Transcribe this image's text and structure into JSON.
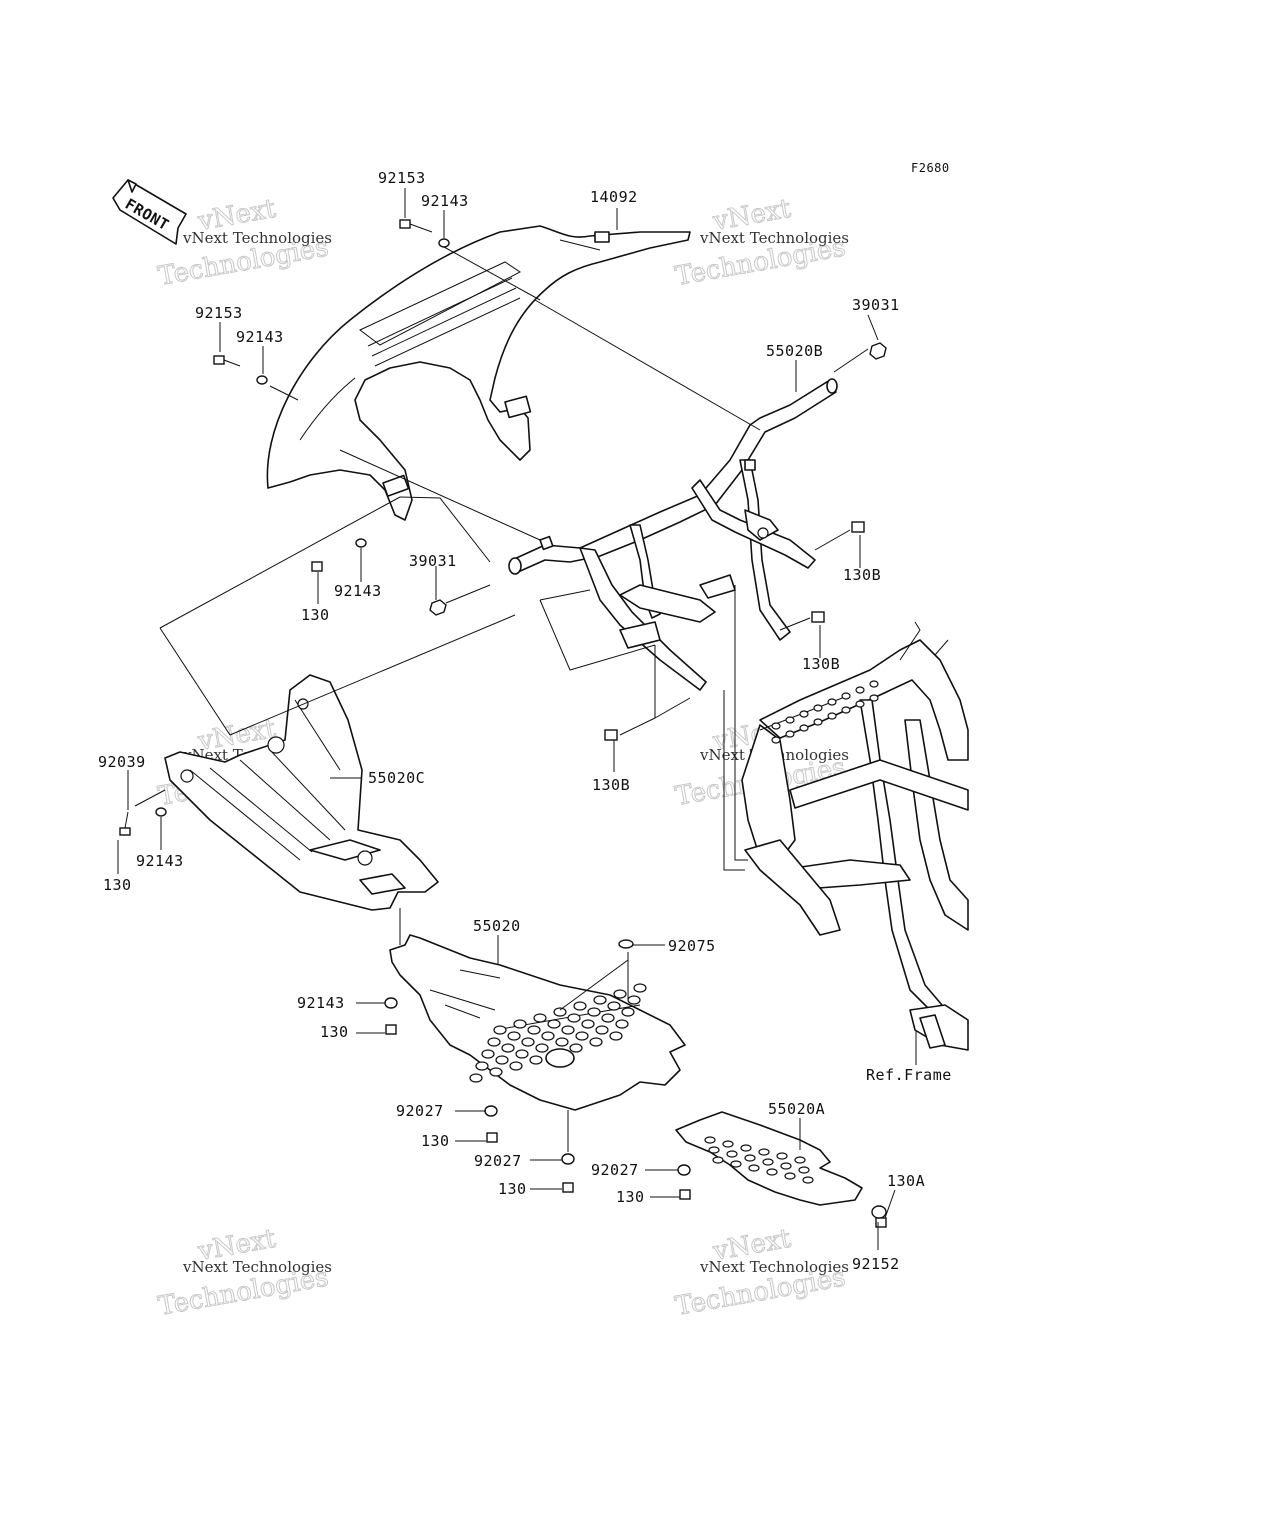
{
  "figure_code": "F2680",
  "front_badge": "FRONT",
  "ref_frame": "Ref.Frame",
  "watermark": {
    "line1": "vNext",
    "line2": "Technologies",
    "caption": "vNext Technologies"
  },
  "parts": {
    "p14092": "14092",
    "p92153_a": "92153",
    "p92143_a": "92143",
    "p92153_b": "92153",
    "p92143_b": "92143",
    "p39031_a": "39031",
    "p55020B": "55020B",
    "p130B_a": "130B",
    "p39031_b": "39031",
    "p92143_c": "92143",
    "p130_a": "130",
    "p130B_b": "130B",
    "p130B_c": "130B",
    "p92039": "92039",
    "p55020C": "55020C",
    "p92143_d": "92143",
    "p130_b": "130",
    "p55020": "55020",
    "p92075": "92075",
    "p92143_e": "92143",
    "p130_c": "130",
    "p92027_a": "92027",
    "p130_d": "130",
    "p92027_b": "92027",
    "p130_e": "130",
    "p55020A": "55020A",
    "p92027_c": "92027",
    "p130_f": "130",
    "p130A": "130A",
    "p92152": "92152"
  }
}
